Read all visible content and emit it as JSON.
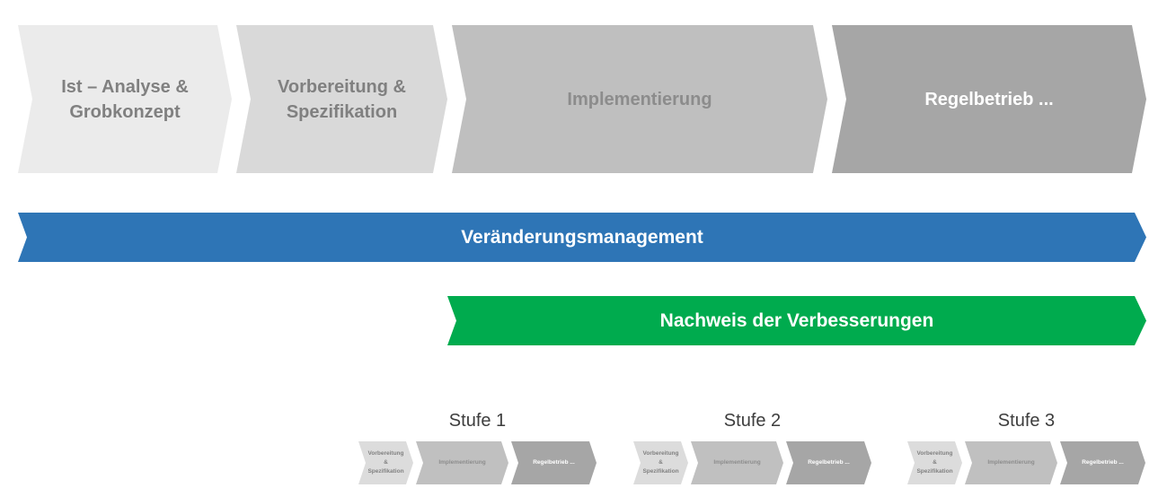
{
  "colors": {
    "phase1_fill": "#ebebeb",
    "phase2_fill": "#d9d9d9",
    "phase3_fill": "#bfbfbf",
    "phase4_fill": "#a6a6a6",
    "gray_text": "#808080",
    "white_text": "#ffffff",
    "banner_blue": "#2e75b6",
    "banner_green": "#00ab4e",
    "stage_label_text": "#3d3d3d"
  },
  "phases": [
    {
      "label": "Ist – Analyse & Grobkonzept",
      "fill": "#ebebeb",
      "text_color": "#808080"
    },
    {
      "label": "Vorbereitung & Spezifikation",
      "fill": "#d9d9d9",
      "text_color": "#808080"
    },
    {
      "label": "Implementierung",
      "fill": "#bfbfbf",
      "text_color": "#8c8c8c"
    },
    {
      "label": "Regelbetrieb ...",
      "fill": "#a6a6a6",
      "text_color": "#ffffff"
    }
  ],
  "banners": [
    {
      "label": "Veränderungsmanagement",
      "fill": "#2e75b6",
      "text_color": "#ffffff"
    },
    {
      "label": "Nachweis der Verbesserungen",
      "fill": "#00ab4e",
      "text_color": "#ffffff"
    }
  ],
  "stages": [
    {
      "label": "Stufe 1",
      "steps": [
        {
          "label": "Vorbereitung & Spezifikation",
          "fill": "#dcdcdc",
          "text_color": "#808080"
        },
        {
          "label": "Implementierung",
          "fill": "#c0c0c0",
          "text_color": "#8c8c8c"
        },
        {
          "label": "Regelbetrieb ...",
          "fill": "#a6a6a6",
          "text_color": "#ffffff"
        }
      ]
    },
    {
      "label": "Stufe 2",
      "steps": [
        {
          "label": "Vorbereitung & Spezifikation",
          "fill": "#dcdcdc",
          "text_color": "#808080"
        },
        {
          "label": "Implementierung",
          "fill": "#c0c0c0",
          "text_color": "#8c8c8c"
        },
        {
          "label": "Regelbetrieb ...",
          "fill": "#a6a6a6",
          "text_color": "#ffffff"
        }
      ]
    },
    {
      "label": "Stufe 3",
      "steps": [
        {
          "label": "Vorbereitung & Spezifikation",
          "fill": "#dcdcdc",
          "text_color": "#808080"
        },
        {
          "label": "Implementierung",
          "fill": "#c0c0c0",
          "text_color": "#8c8c8c"
        },
        {
          "label": "Regelbetrieb ...",
          "fill": "#a6a6a6",
          "text_color": "#ffffff"
        }
      ]
    }
  ]
}
